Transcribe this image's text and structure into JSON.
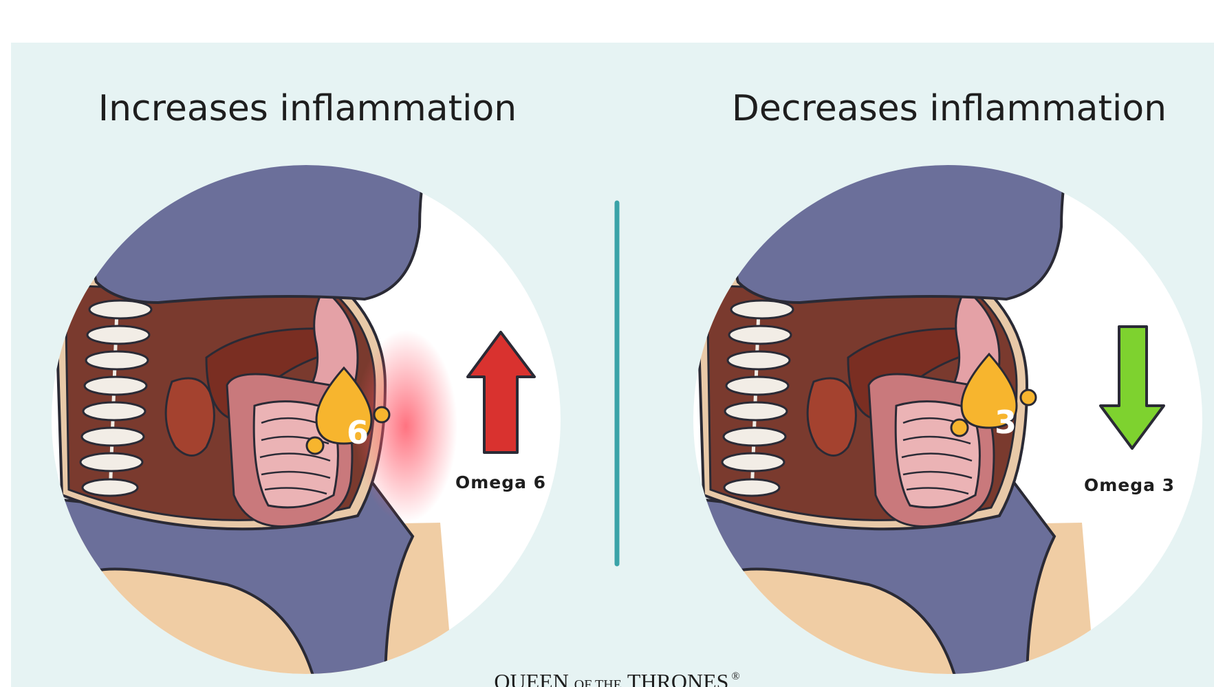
{
  "panels": {
    "left": {
      "title": "Increases inflammation",
      "label": "Omega 6",
      "digit": "6",
      "arrow_color": "#d9322f"
    },
    "right": {
      "title": "Decreases inflammation",
      "label": "Omega 3",
      "digit": "3",
      "arrow_color": "#7ed22f"
    }
  },
  "brand": {
    "part1": "QUEEN",
    "part2": "OF THE",
    "part3": "THRONES",
    "mark": "®"
  },
  "colors": {
    "background": "#e6f3f3",
    "divider": "#3aa3a8",
    "clothing": "#6b6f9a",
    "skin": "#f0cda4",
    "cavity": "#7a3a2e",
    "intestine": "#e4a1a6",
    "oil": "#f7b52e"
  }
}
